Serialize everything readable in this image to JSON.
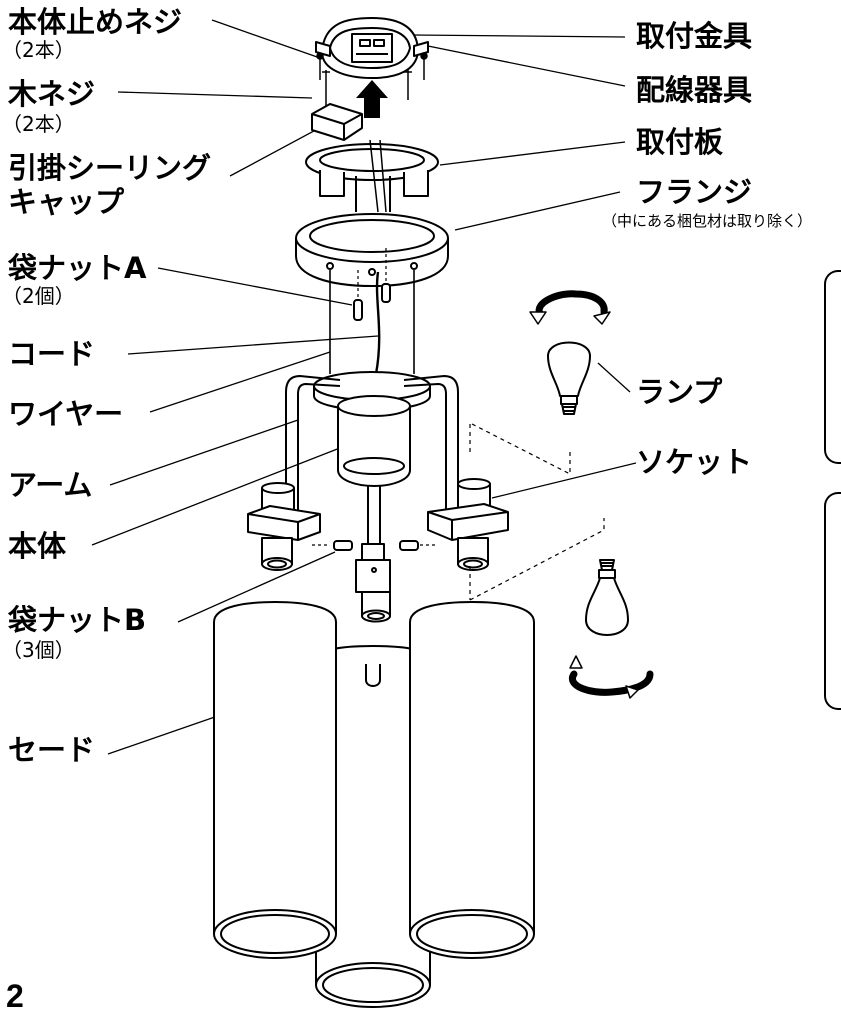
{
  "labels": {
    "body_screw": "本体止めネジ",
    "body_screw_qty": "（2本）",
    "wood_screw": "木ネジ",
    "wood_screw_qty": "（2本）",
    "ceiling_cap_1": "引掛シーリング",
    "ceiling_cap_2": "キャップ",
    "cap_nut_a": "袋ナットA",
    "cap_nut_a_qty": "（2個）",
    "cord": "コード",
    "wire": "ワイヤー",
    "arm": "アーム",
    "body": "本体",
    "cap_nut_b": "袋ナットB",
    "cap_nut_b_qty": "（3個）",
    "shade": "セード",
    "mounting_bracket": "取付金具",
    "wiring_fixture": "配線器具",
    "mounting_plate": "取付板",
    "flange": "フランジ",
    "flange_note": "（中にある梱包材は取り除く）",
    "lamp": "ランプ",
    "socket": "ソケット"
  },
  "page_number": "2"
}
